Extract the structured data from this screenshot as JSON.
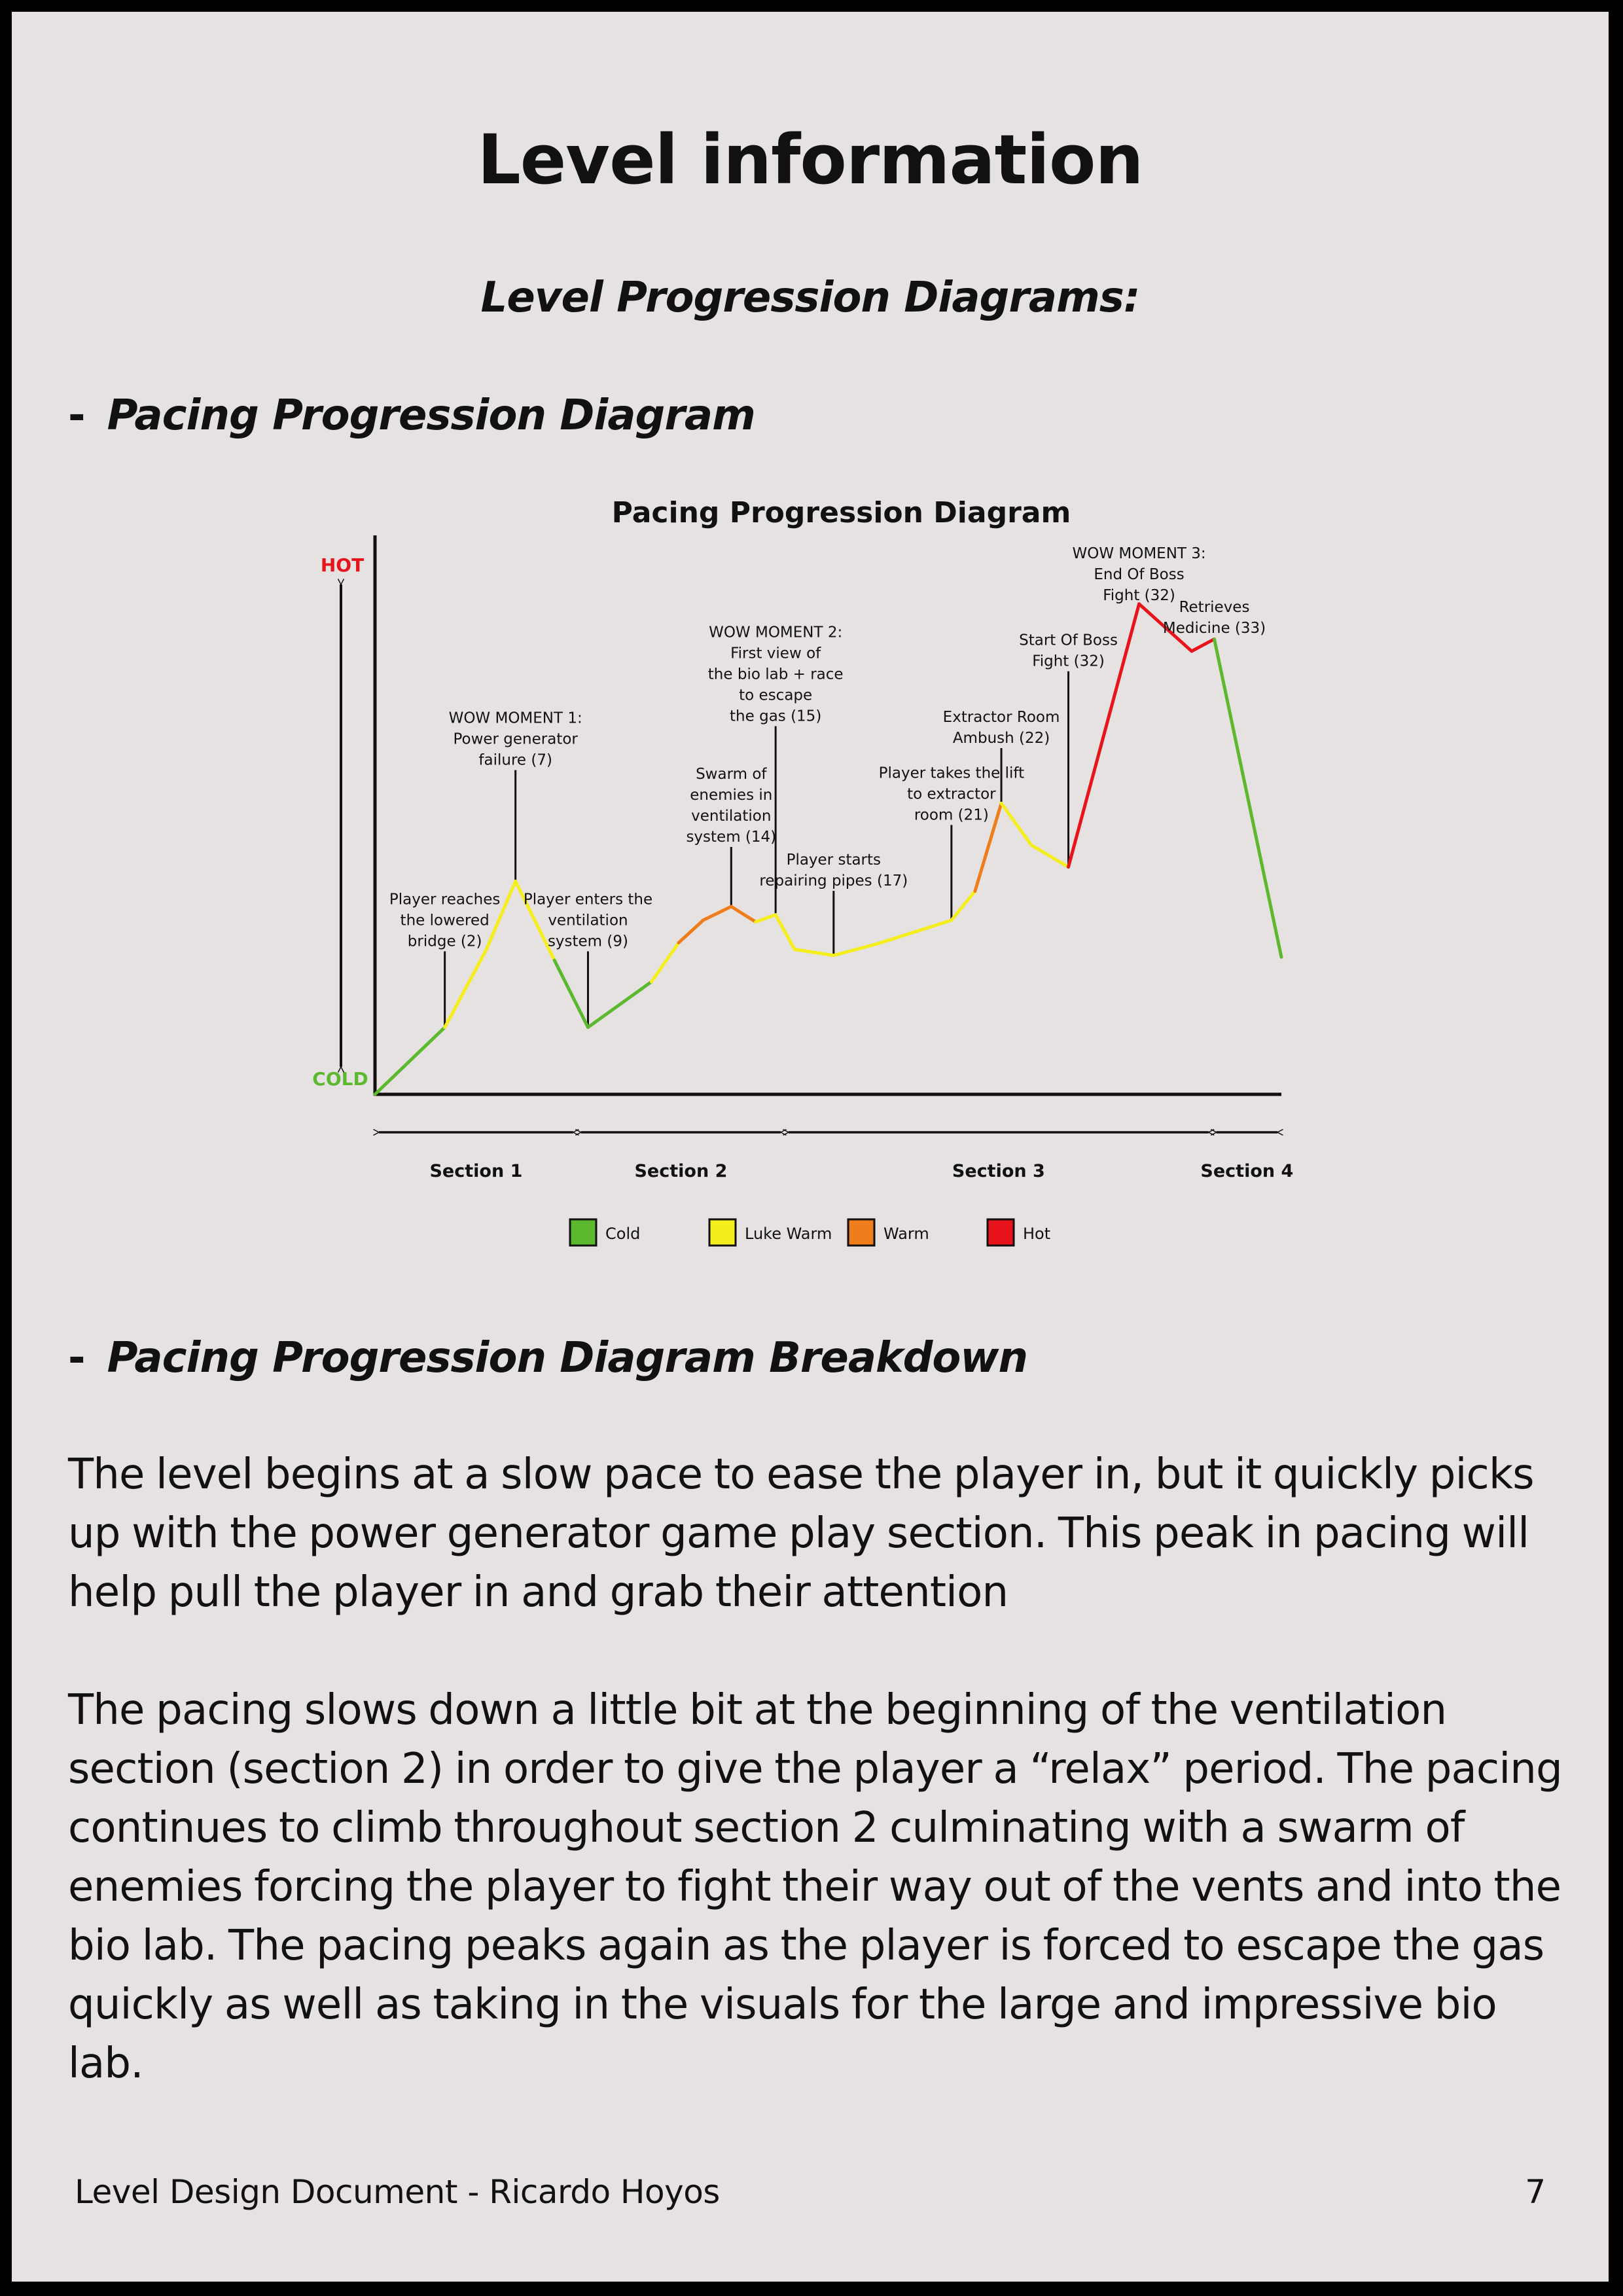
{
  "document": {
    "title": "Level information",
    "subtitle": "Level Progression Diagrams:",
    "section1_dash": "-",
    "section1_heading": "Pacing Progression Diagram",
    "section2_dash": "-",
    "section2_heading": "Pacing Progression Diagram Breakdown",
    "paragraph1": "The level begins at a slow pace to ease the player in, but it quickly picks up with the power generator game play section. This peak in pacing will help pull the player in and grab their attention",
    "paragraph2": "The pacing slows down a little bit at the beginning of the ventilation section (section 2) in order to give the player a “relax” period. The pacing continues to climb throughout section 2 culminating with a swarm of enemies forcing the player to fight their way out of the vents and into the bio lab. The pacing peaks again as the player is forced to escape the gas quickly as well as taking in the visuals for the large and impressive bio lab.",
    "footer_left": "Level Design Document - Ricardo Hoyos",
    "page_number": "7"
  },
  "chart_data": {
    "type": "line",
    "title": "Pacing Progression Diagram",
    "y_axis": {
      "top_label": "HOT",
      "bottom_label": "COLD",
      "top_color": "#e8141b",
      "bottom_color": "#5cb82e"
    },
    "x_range": [
      0,
      100
    ],
    "y_range": [
      0,
      100
    ],
    "points": [
      {
        "x": 0,
        "y": 0
      },
      {
        "x": 7.7,
        "y": 12.2
      },
      {
        "x": 12.3,
        "y": 26.4
      },
      {
        "x": 15.5,
        "y": 38.8
      },
      {
        "x": 19.8,
        "y": 24.4
      },
      {
        "x": 23.5,
        "y": 12.2
      },
      {
        "x": 30.5,
        "y": 20.5
      },
      {
        "x": 33.5,
        "y": 27.6
      },
      {
        "x": 36.2,
        "y": 31.7
      },
      {
        "x": 39.3,
        "y": 34.2
      },
      {
        "x": 42.0,
        "y": 31.4
      },
      {
        "x": 44.2,
        "y": 32.7
      },
      {
        "x": 46.3,
        "y": 26.4
      },
      {
        "x": 50.6,
        "y": 25.3
      },
      {
        "x": 55.6,
        "y": 27.5
      },
      {
        "x": 63.6,
        "y": 31.7
      },
      {
        "x": 66.2,
        "y": 37.0
      },
      {
        "x": 69.1,
        "y": 53.0
      },
      {
        "x": 72.4,
        "y": 45.4
      },
      {
        "x": 76.5,
        "y": 41.4
      },
      {
        "x": 84.3,
        "y": 89.3
      },
      {
        "x": 90.1,
        "y": 80.7
      },
      {
        "x": 92.6,
        "y": 82.9
      },
      {
        "x": 100,
        "y": 25.0
      }
    ],
    "segment_colors": [
      "#5cb82e",
      "#f4ee1e",
      "#f4ee1e",
      "#f4ee1e",
      "#5cb82e",
      "#5cb82e",
      "#f4ee1e",
      "#f07d1c",
      "#f07d1c",
      "#f07d1c",
      "#f4ee1e",
      "#f4ee1e",
      "#f4ee1e",
      "#f4ee1e",
      "#f4ee1e",
      "#f4ee1e",
      "#f07d1c",
      "#f4ee1e",
      "#f4ee1e",
      "#e8141b",
      "#e8141b",
      "#e8141b",
      "#5cb82e"
    ],
    "annotations": [
      {
        "x": 7.7,
        "y": 12.2,
        "label_y": 27.0,
        "lines": [
          "Player reaches",
          "the lowered",
          "bridge (2)"
        ]
      },
      {
        "x": 15.5,
        "y": 38.8,
        "label_y": 60.0,
        "lines": [
          "WOW MOMENT 1:",
          "Power generator",
          "failure (7)"
        ]
      },
      {
        "x": 23.5,
        "y": 12.2,
        "label_y": 27.0,
        "lines": [
          "Player enters the",
          "ventilation",
          "system (9)"
        ]
      },
      {
        "x": 39.3,
        "y": 34.2,
        "label_y": 46.0,
        "lines": [
          "Swarm of",
          "enemies in",
          "ventilation",
          "system (14)"
        ]
      },
      {
        "x": 44.2,
        "y": 32.7,
        "label_y": 68.0,
        "lines": [
          "WOW MOMENT 2:",
          "First view of",
          "the bio lab + race",
          "to escape",
          "the gas (15)"
        ]
      },
      {
        "x": 50.6,
        "y": 25.3,
        "label_y": 38.0,
        "lines": [
          "Player starts",
          "repairing pipes (17)"
        ]
      },
      {
        "x": 63.6,
        "y": 31.7,
        "label_y": 50.0,
        "lines": [
          "Player takes the lift",
          "to extractor",
          "room (21)"
        ]
      },
      {
        "x": 69.1,
        "y": 53.0,
        "label_y": 64.0,
        "lines": [
          "Extractor Room",
          "Ambush (22)"
        ]
      },
      {
        "x": 76.5,
        "y": 41.4,
        "label_y": 78.0,
        "lines": [
          "Start Of Boss",
          "Fight (32)"
        ]
      },
      {
        "x": 84.3,
        "y": 89.3,
        "label_y": 90.0,
        "lines": [
          "WOW MOMENT 3:",
          "End Of Boss",
          "Fight (32)"
        ]
      },
      {
        "x": 92.6,
        "y": 82.9,
        "label_y": 84.0,
        "lines": [
          "Retrieves",
          "Medicine (33)"
        ]
      }
    ],
    "sections": [
      {
        "name": "Section 1",
        "start": 0,
        "end": 22.3
      },
      {
        "name": "Section 2",
        "start": 22.3,
        "end": 45.2
      },
      {
        "name": "Section 3",
        "start": 45.2,
        "end": 92.4
      },
      {
        "name": "Section 4",
        "start": 92.4,
        "end": 100
      }
    ],
    "legend": [
      {
        "label": "Cold",
        "color": "#5cb82e"
      },
      {
        "label": "Luke Warm",
        "color": "#f4ee1e"
      },
      {
        "label": "Warm",
        "color": "#f07d1c"
      },
      {
        "label": "Hot",
        "color": "#e8141b"
      }
    ]
  }
}
